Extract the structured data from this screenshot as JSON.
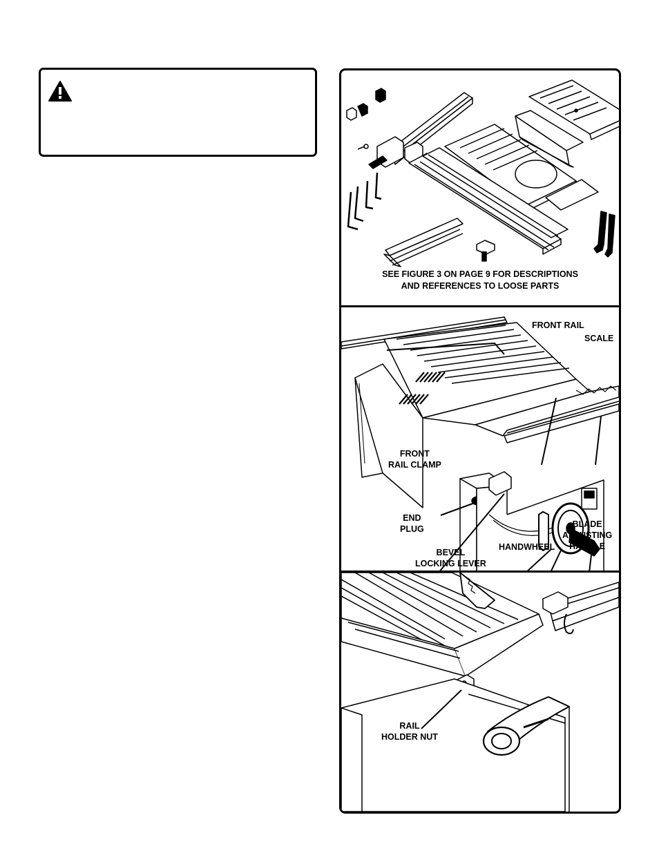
{
  "warning": {
    "icon": "warning-triangle-icon"
  },
  "figure1": {
    "caption_line1": "SEE FIGURE 3 ON PAGE 9 FOR DESCRIPTIONS",
    "caption_line2": "AND REFERENCES TO LOOSE PARTS"
  },
  "figure2": {
    "labels": {
      "front_rail": "FRONT RAIL",
      "scale": "SCALE",
      "front_rail_clamp_1": "FRONT",
      "front_rail_clamp_2": "RAIL CLAMP",
      "end_plug_1": "END",
      "end_plug_2": "PLUG",
      "blade_adj_1": "BLADE",
      "blade_adj_2": "ADJUSTING",
      "blade_adj_3": "HANDLE",
      "handwheel": "HANDWHEEL",
      "bevel_1": "BEVEL",
      "bevel_2": "LOCKING LEVER"
    }
  },
  "figure3": {
    "labels": {
      "rail_holder_1": "RAIL",
      "rail_holder_2": "HOLDER NUT"
    }
  }
}
